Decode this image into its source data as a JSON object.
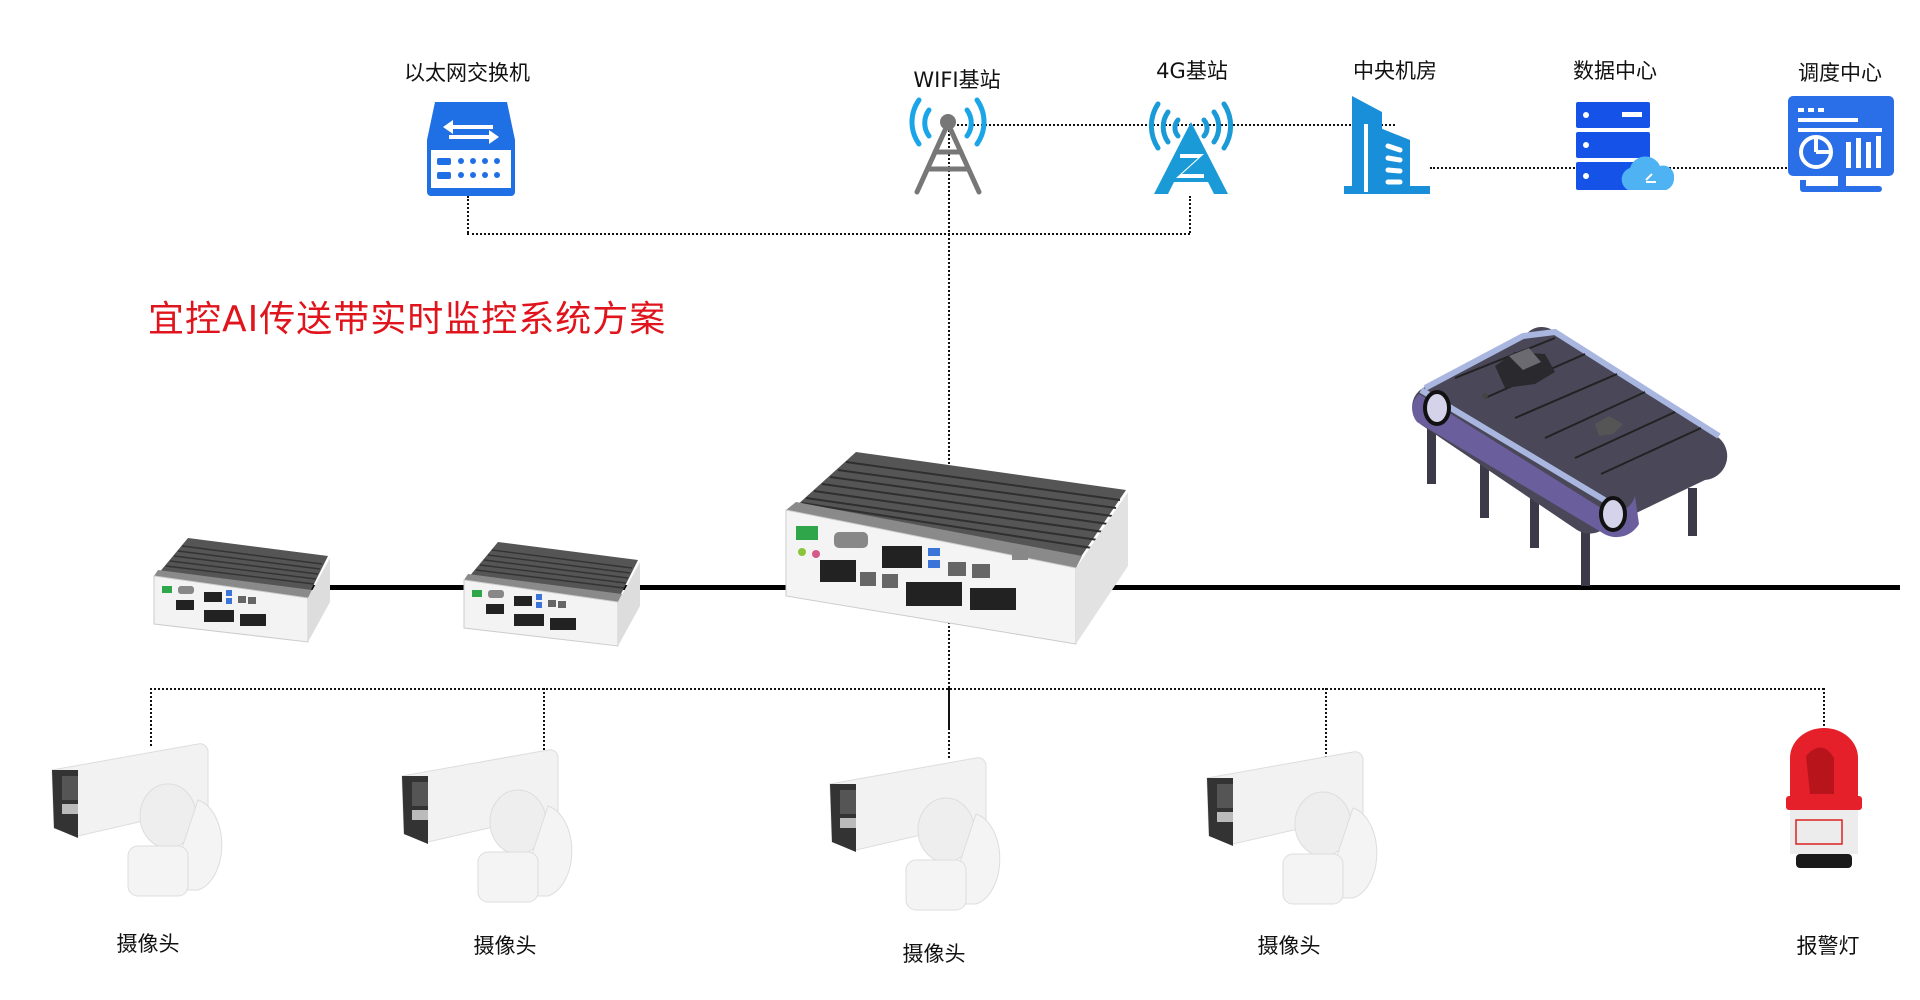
{
  "title": "宜控AI传送带实时监控系统方案",
  "colors": {
    "title": "#e0141c",
    "icon_blue": "#1f6fe5",
    "icon_cyan": "#1a9ad6",
    "tower_gray": "#777777",
    "alarm_red": "#e5202a"
  },
  "top_nodes": [
    {
      "label": "以太网交换机",
      "icon": "ethernet-switch-icon"
    },
    {
      "label": "WIFI基站",
      "icon": "wifi-tower-icon"
    },
    {
      "label": "4G基站",
      "icon": "4g-tower-icon"
    },
    {
      "label": "中央机房",
      "icon": "building-icon"
    },
    {
      "label": "数据中心",
      "icon": "server-cloud-icon"
    },
    {
      "label": "调度中心",
      "icon": "dashboard-monitor-icon"
    }
  ],
  "middle": {
    "controllers": [
      "edge-controller",
      "edge-controller",
      "main-edge-controller"
    ],
    "conveyor": "conveyor-belt"
  },
  "bottom_nodes": [
    {
      "label": "摄像头",
      "icon": "camera-icon"
    },
    {
      "label": "摄像头",
      "icon": "camera-icon"
    },
    {
      "label": "摄像头",
      "icon": "camera-icon"
    },
    {
      "label": "摄像头",
      "icon": "camera-icon"
    },
    {
      "label": "报警灯",
      "icon": "alarm-light-icon"
    }
  ]
}
